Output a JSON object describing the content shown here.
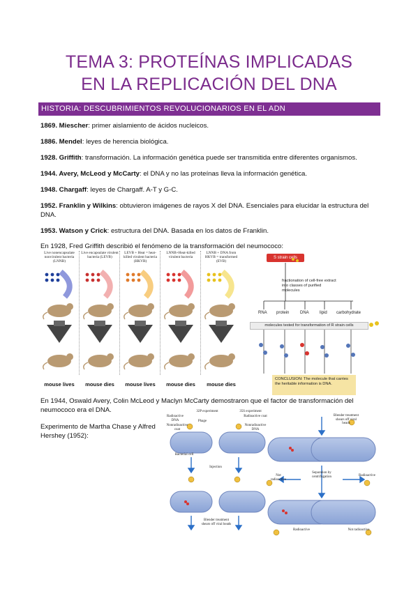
{
  "title": {
    "line1": "TEMA 3: PROTEÍNAS IMPLICADAS",
    "line2": "EN LA REPLICACIÓN DEL DNA"
  },
  "section": {
    "heading": "HISTORIA: DESCUBRIMIENTOS REVOLUCIONARIOS EN EL ADN"
  },
  "timeline": [
    {
      "bold": "1869. Miescher",
      "text": ": primer aislamiento de ácidos nucleicos."
    },
    {
      "bold": "1886. Mendel",
      "text": ": leyes de herencia biológica."
    },
    {
      "bold": "1928. Griffith",
      "text": ": transformación. La información genética puede ser transmitida entre diferentes organismos."
    },
    {
      "bold": "1944. Avery, McLeod y McCarty",
      "text": ": el DNA y no las proteínas lleva la información genética."
    },
    {
      "bold": "1948. Chargaff",
      "text": ": leyes de Chargaff. A-T y G-C."
    },
    {
      "bold": "1952. Franklin y Wilkins",
      "text": ": obtuvieron imágenes de rayos X del DNA. Esenciales para elucidar la estructura del DNA."
    },
    {
      "bold": "1953. Watson y Crick",
      "text": ": estructura del DNA. Basada en los datos de Franklin."
    }
  ],
  "griffith_intro": "En 1928, Fred Griffith describió el fenómeno de la transformación del neumococo:",
  "griffith_figure": {
    "columns": [
      {
        "label": "Live nonencapsulate nonvirulent bacteria (LNNB)",
        "outcome": "mouse lives"
      },
      {
        "label": "Live encapsulate virulent bacteria (LEVB)",
        "outcome": "mouse dies"
      },
      {
        "label": "LEVB + Heat = heat-killed virulent bacteria (HKVB)",
        "outcome": "mouse lives"
      },
      {
        "label": "LNNB+Heat-killed virulent bacteria",
        "outcome": "mouse dies"
      },
      {
        "label": "LNNB + DNA from HKVB = transformed (EVB)",
        "outcome": "mouse dies"
      }
    ]
  },
  "fractionation_figure": {
    "start": "S strain cells",
    "step": "fractionation of cell-free extract into classes of purified molecules",
    "classes": [
      "RNA",
      "protein",
      "DNA",
      "lipid",
      "carbohydrate"
    ],
    "test": "molecules tested for transformation of R strain cells",
    "conclusion": "CONCLUSION: The molecule that carries the heritable information is DNA."
  },
  "avery_text": "En 1944, Oswald Avery, Colin McLeod y Maclyn McCarty demostraron que el factor de transformación del neumococo era el DNA.",
  "chase_text": "Experimento de Martha Chase y Alfred Hershey (1952):",
  "chase_figure": {
    "exp32": "32P experiment",
    "exp35": "35S experiment",
    "radioactive_dna": "Radioactive DNA",
    "phage": "Phage",
    "nonradioactive_coat": "Nonradioactive coat",
    "radioactive_coat": "Radioactive coat",
    "nonradioactive_dna": "Nonradioactive DNA",
    "bacterial_cell": "Bacterial cell",
    "injection": "Injection",
    "blender1": "Blender treatment shears off viral heads",
    "blender2": "Blender treatment shears off viral heads",
    "not_radioactive": "Not radioactive",
    "separation": "Separation by centrifugation",
    "radioactive": "Radioactive",
    "radioactive_bottom": "Radioactive",
    "not_radioactive_bottom": "Not radioactive"
  },
  "colors": {
    "accent": "#7b2b8c",
    "banner": "#7e2f92"
  }
}
